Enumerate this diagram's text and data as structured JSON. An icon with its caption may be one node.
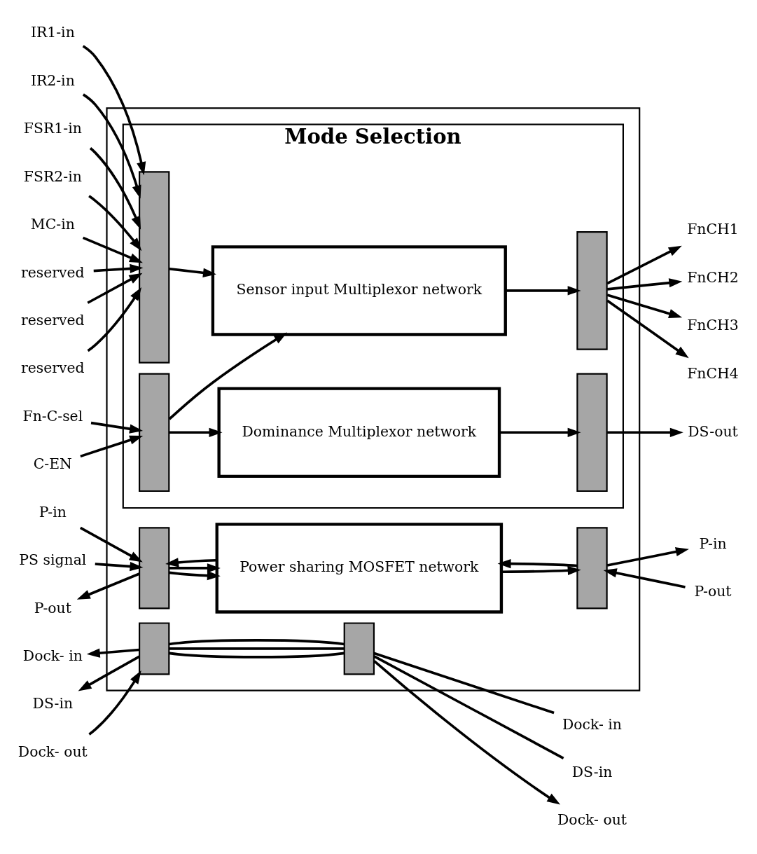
{
  "diagram": {
    "nodes": [
      {
        "text": [],
        "shape": "box"
      },
      {
        "text": [
          "Mode Selection"
        ],
        "in": 0
      },
      {
        "text": [],
        "shape": "bar",
        "in": 1
      },
      {
        "text": [
          "Sensor input Multiplexor network"
        ],
        "in": 1
      },
      {
        "text": [],
        "shape": "bar",
        "in": 1
      },
      {
        "text": [],
        "shape": "bar",
        "in": 1
      },
      {
        "text": [
          "Dominance Multiplexor network"
        ],
        "in": 1
      },
      {
        "text": [],
        "shape": "bar",
        "in": 1
      },
      {
        "text": [],
        "shape": "bar",
        "in": 0
      },
      {
        "text": [
          "Power sharing MOSFET network"
        ],
        "in": 0
      },
      {
        "text": [],
        "shape": "bar",
        "in": 0
      },
      {
        "text": [],
        "shape": "bar",
        "in": 0
      },
      {
        "text": [],
        "shape": "bar",
        "in": 0
      },
      {
        "text": [
          "IR1-in"
        ]
      },
      {
        "text": [
          "IR2-in"
        ]
      },
      {
        "text": [
          "FSR1-in"
        ]
      },
      {
        "text": [
          "FSR2-in"
        ]
      },
      {
        "text": [
          "MC-in"
        ]
      },
      {
        "text": [
          "reserved"
        ]
      },
      {
        "text": [
          "reserved"
        ]
      },
      {
        "text": [
          "reserved"
        ]
      },
      {
        "text": [
          "FnCH1"
        ]
      },
      {
        "text": [
          "FnCH2"
        ]
      },
      {
        "text": [
          "FnCH3"
        ]
      },
      {
        "text": [
          "FnCH4"
        ]
      },
      {
        "text": [
          "Fn-C-sel"
        ]
      },
      {
        "text": [
          "C-EN"
        ]
      },
      {
        "text": [
          "DS-out"
        ]
      },
      {
        "text": [
          "P-in"
        ]
      },
      {
        "text": [
          "PS signal"
        ]
      },
      {
        "text": [
          "P-out"
        ]
      },
      {
        "text": [
          "P-in"
        ]
      },
      {
        "text": [
          "P-out"
        ]
      },
      {
        "text": [
          "Dock- in"
        ]
      },
      {
        "text": [
          "DS-in"
        ]
      },
      {
        "text": [
          "Dock- out"
        ]
      },
      {
        "text": [
          "Dock- in"
        ]
      },
      {
        "text": [
          "DS-in"
        ]
      },
      {
        "text": [
          "Dock- out"
        ]
      }
    ],
    "edges": [
      {
        "from": 13,
        "to": 2,
        "arrow": "to"
      },
      {
        "from": 14,
        "to": 2,
        "arrow": "to"
      },
      {
        "from": 15,
        "to": 2,
        "arrow": "to"
      },
      {
        "from": 16,
        "to": 2,
        "arrow": "to"
      },
      {
        "from": 17,
        "to": 2,
        "arrow": "to"
      },
      {
        "from": 18,
        "to": 2,
        "arrow": "to"
      },
      {
        "from": 19,
        "to": 2,
        "arrow": "to"
      },
      {
        "from": 20,
        "to": 2,
        "arrow": "to"
      },
      {
        "from": 2,
        "to": 3,
        "arrow": "to"
      },
      {
        "from": 3,
        "to": 4,
        "arrow": "to"
      },
      {
        "from": 4,
        "to": 21,
        "arrow": "to"
      },
      {
        "from": 4,
        "to": 22,
        "arrow": "to"
      },
      {
        "from": 4,
        "to": 23,
        "arrow": "to"
      },
      {
        "from": 4,
        "to": 24,
        "arrow": "to"
      },
      {
        "from": 25,
        "to": 5,
        "arrow": "to"
      },
      {
        "from": 26,
        "to": 5,
        "arrow": "to"
      },
      {
        "from": 5,
        "to": 3,
        "arrow": "to"
      },
      {
        "from": 5,
        "to": 6,
        "arrow": "to"
      },
      {
        "from": 6,
        "to": 7,
        "arrow": "to"
      },
      {
        "from": 7,
        "to": 27,
        "arrow": "to"
      },
      {
        "from": 28,
        "to": 8,
        "arrow": "to"
      },
      {
        "from": 29,
        "to": 8,
        "arrow": "to"
      },
      {
        "from": 8,
        "to": 30,
        "arrow": "to"
      },
      {
        "from": 8,
        "to": 9,
        "arrow": "to"
      },
      {
        "from": 8,
        "to": 9,
        "arrow": "to"
      },
      {
        "from": 9,
        "to": 8,
        "arrow": "to"
      },
      {
        "from": 9,
        "to": 10,
        "arrow": "to"
      },
      {
        "from": 10,
        "to": 9,
        "arrow": "to"
      },
      {
        "from": 10,
        "to": 31,
        "arrow": "to"
      },
      {
        "from": 32,
        "to": 10,
        "arrow": "to"
      },
      {
        "from": 11,
        "to": 33,
        "arrow": "to"
      },
      {
        "from": 11,
        "to": 34,
        "arrow": "to"
      },
      {
        "from": 35,
        "to": 11,
        "arrow": "to"
      },
      {
        "from": 11,
        "to": 12,
        "arrow": "none"
      },
      {
        "from": 11,
        "to": 12,
        "arrow": "none"
      },
      {
        "from": 11,
        "to": 12,
        "arrow": "none"
      },
      {
        "from": 12,
        "to": 36,
        "arrow": "none"
      },
      {
        "from": 12,
        "to": 37,
        "arrow": "none"
      },
      {
        "from": 12,
        "to": 38,
        "arrow": "to"
      }
    ]
  }
}
